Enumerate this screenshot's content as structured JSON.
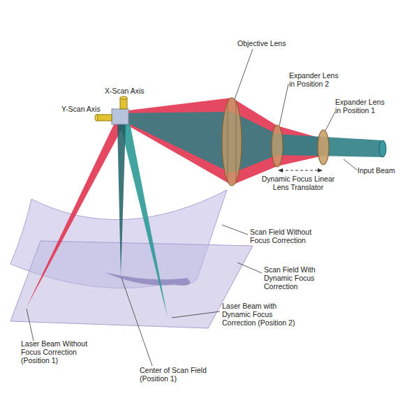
{
  "diagram": {
    "labels": [
      "Objective Lens",
      "X-Scan Axis",
      "Expander Lens in Position 2",
      "Expander Lens in Position 1",
      "Y-Scan Axis",
      "Input Beam",
      "Dynamic Focus Linear Lens Translator",
      "Scan Field Without Focus Correction",
      "Scan Field With Dynamic Focus Correction",
      "Laser Beam with Dynamic Focus Correction (Position 2)",
      "Laser Beam Without Focus Correction (Position 1)",
      "Center of Scan Field (Position 1)"
    ]
  }
}
